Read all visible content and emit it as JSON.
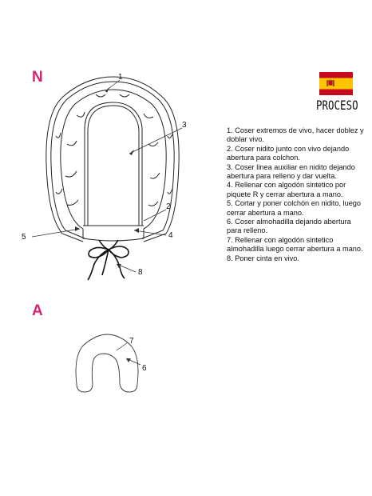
{
  "sections": {
    "n": "N",
    "a": "A"
  },
  "header": {
    "title": "PROCESO"
  },
  "flag": {
    "stripe_red": "#c60b1e",
    "stripe_yellow": "#ffc400",
    "emblem": "coat-of-arms-icon"
  },
  "colors": {
    "accent": "#d6246e"
  },
  "callouts": {
    "c1": "1",
    "c2": "2",
    "c3": "3",
    "c4": "4",
    "c5": "5",
    "c6": "6",
    "c7": "7",
    "c8": "8"
  },
  "steps": [
    "1. Coser extremos de vivo, hacer doblez y doblar vivo.",
    "2. Coser nidito junto con vivo dejando abertura para colchon.",
    "3. Coser linea auxiliar en nidito dejando abertura para relleno y dar vuelta.",
    "4. Rellenar con algodón sintetico por piquete R y cerrar abertura a mano.",
    "5. Cortar y poner colchón en nidito, luego cerrar abertura a mano.",
    "6. Coser almohadilla dejando abertura para relleno.",
    "7. Rellenar con algodón sintetico almohadilla luego cerrar abertura a mano.",
    "8. Poner cinta en vivo."
  ]
}
